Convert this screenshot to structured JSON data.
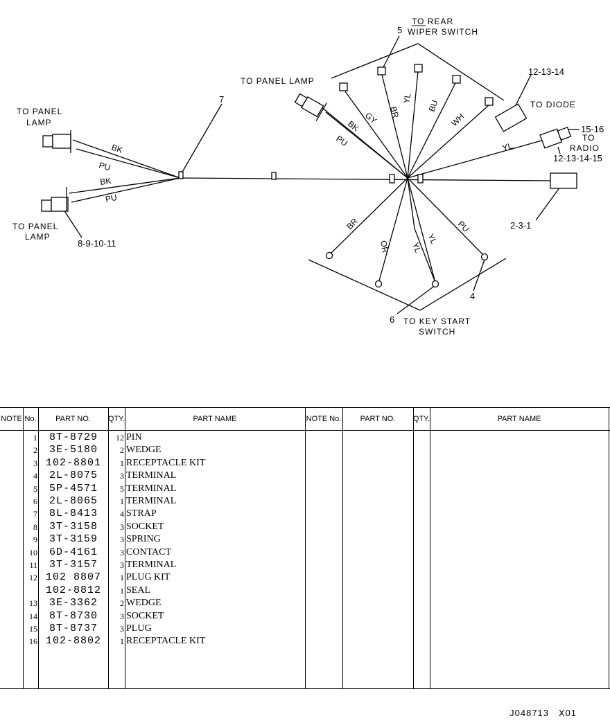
{
  "diagram": {
    "callouts": {
      "c7": "7",
      "c5": "5",
      "c4": "4",
      "c6": "6",
      "c_8_9_10_11": "8-9-10-11",
      "c_12_13_14": "12-13-14",
      "c_15_16": "15-16",
      "c_12_13_14_15": "12-13-14-15",
      "c_2_3_1": "2-3-1"
    },
    "labels": {
      "to_panel_lamp_left_1": "TO PANEL",
      "to_panel_lamp_left_2": "LAMP",
      "to_panel_lamp_left2_1": "TO PANEL",
      "to_panel_lamp_left2_2": "LAMP",
      "to_panel_lamp_top": "TO PANEL LAMP",
      "to_rear_1": "TO REAR",
      "to_rear_2": "WIPER SWITCH",
      "to_diode": "TO DIODE",
      "to_radio_1": "TO",
      "to_radio_2": "RADIO",
      "to_key_1": "TO KEY START",
      "to_key_2": "SWITCH"
    },
    "wires": {
      "bk1": "BK",
      "pu1": "PU",
      "bk2": "BK",
      "pu2": "PU",
      "gy": "GY",
      "br_top": "BR",
      "yl_top": "YL",
      "bu": "BU",
      "wh": "WH",
      "bk_top": "BK",
      "pu_top": "PU",
      "yl_right": "YL",
      "br_bot": "BR",
      "or_bot": "OR",
      "yl_bot1": "YL",
      "yl_bot2": "YL",
      "pu_bot": "PU"
    }
  },
  "table": {
    "headers": {
      "note": "NOTE",
      "no": "No.",
      "part_no": "PART NO.",
      "qty": "QTY.",
      "part_name": "PART NAME",
      "note2": "NOTE No.",
      "part_no2": "PART NO.",
      "qty2": "QTY.",
      "part_name2": "PART NAME"
    },
    "rows": [
      {
        "no": "1",
        "part": "8T-8729",
        "qty": "12",
        "name": "PIN"
      },
      {
        "no": "2",
        "part": "3E-5180",
        "qty": "2",
        "name": "WEDGE"
      },
      {
        "no": "3",
        "part": "102-8801",
        "qty": "1",
        "name": "RECEPTACLE KIT"
      },
      {
        "no": "4",
        "part": "2L-8075",
        "qty": "3",
        "name": "TERMINAL"
      },
      {
        "no": "5",
        "part": "5P-4571",
        "qty": "5",
        "name": "TERMINAL"
      },
      {
        "no": "6",
        "part": "2L-8065",
        "qty": "1",
        "name": "TERMINAL"
      },
      {
        "no": "7",
        "part": "8L-8413",
        "qty": "4",
        "name": "STRAP"
      },
      {
        "no": "8",
        "part": "3T-3158",
        "qty": "3",
        "name": "SOCKET"
      },
      {
        "no": "9",
        "part": "3T-3159",
        "qty": "3",
        "name": "SPRING"
      },
      {
        "no": "10",
        "part": "6D-4161",
        "qty": "3",
        "name": "CONTACT"
      },
      {
        "no": "11",
        "part": "3T-3157",
        "qty": "3",
        "name": "TERMINAL"
      },
      {
        "no": "12",
        "part": "102 8807",
        "qty": "1",
        "name": "PLUG KIT"
      },
      {
        "no": "",
        "part": "102-8812",
        "qty": "1",
        "name": "SEAL"
      },
      {
        "no": "13",
        "part": "3E-3362",
        "qty": "2",
        "name": "WEDGE"
      },
      {
        "no": "14",
        "part": "8T-8730",
        "qty": "3",
        "name": "SOCKET"
      },
      {
        "no": "15",
        "part": "8T-8737",
        "qty": "3",
        "name": "PLUG"
      },
      {
        "no": "16",
        "part": "102-8802",
        "qty": "1",
        "name": "RECEPTACLE KIT"
      }
    ]
  },
  "footer": {
    "code": "J048713",
    "suffix": "X01"
  }
}
